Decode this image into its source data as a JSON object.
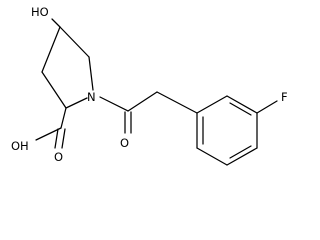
{
  "molecule": {
    "atoms": {
      "hydroxyl": "HO",
      "ring_nitrogen": "N",
      "acid_hydroxyl": "OH",
      "acid_oxygen": "O",
      "carbonyl_oxygen": "O",
      "fluorine": "F"
    }
  }
}
